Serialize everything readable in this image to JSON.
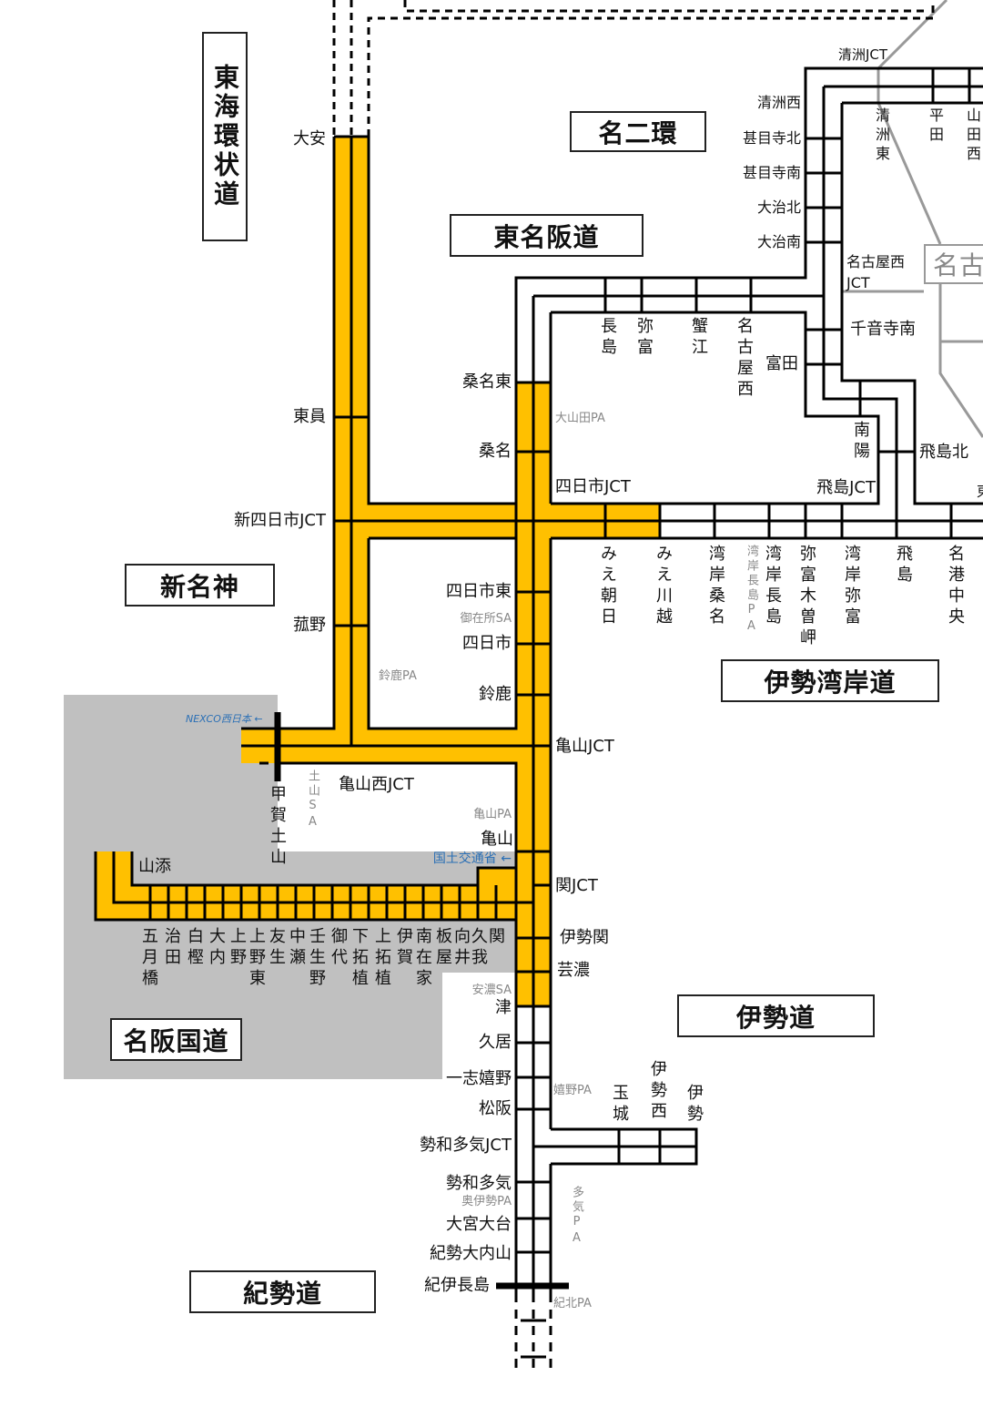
{
  "routes": {
    "tokai_kanjo": "東海環状道",
    "nijikan": "名二環",
    "tomeihan": "東名阪道",
    "shinmeishin": "新名神",
    "isewangan": "伊勢湾岸道",
    "ise": "伊勢道",
    "meihan": "名阪国道",
    "kisei": "紀勢道",
    "nagoya_partial": "名古"
  },
  "tokai_kanjo_ics": [
    "大安",
    "東員",
    "新四日市JCT",
    "菰野"
  ],
  "main_left": {
    "kuwana_higashi": "桑名東",
    "kuwana": "桑名",
    "yokkaichi_higashi": "四日市東",
    "gozaisho_sa": "御在所SA",
    "yokkaichi": "四日市",
    "suzuka": "鈴鹿",
    "kameyama_pa": "亀山PA",
    "kameyama": "亀山",
    "mlit": "国土交通省 ←",
    "ano_sa": "安濃SA",
    "tsu": "津",
    "hisai": "久居",
    "ichishi_ureshino": "一志嬉野",
    "matsusaka": "松阪",
    "seiwataki_jct": "勢和多気JCT",
    "seiwataki": "勢和多気",
    "okuise_pa": "奥伊勢PA",
    "omiya_odai": "大宮大台",
    "kisei_ouchiyama": "紀勢大内山",
    "kii_nagashima": "紀伊長島"
  },
  "main_right": {
    "oyamada_pa": "大山田PA",
    "yokkaichi_jct": "四日市JCT",
    "kameyama_jct": "亀山JCT",
    "seki_jct": "関JCT",
    "ise_seki": "伊勢関",
    "geino": "芸濃",
    "ureshino_pa": "嬉野PA",
    "taki_pa": "多気PA",
    "kihoku_pa": "紀北PA"
  },
  "shinmeishin_labels": {
    "suzuka_pa": "鈴鹿PA",
    "kameyama_nishi_jct": "亀山西JCT",
    "tsuchiyama_sa": "土山SA",
    "koka_tsuchiyama": "甲賀土山",
    "nexco": "NEXCO西日本 ←"
  },
  "meihan_ics": [
    "山添",
    "五月橋",
    "治田",
    "白樫",
    "大内",
    "上野",
    "上野東",
    "友生",
    "中瀬",
    "壬生野",
    "御代",
    "下拓植",
    "上拓植",
    "伊賀",
    "南在家",
    "板屋",
    "向井",
    "久我",
    "関"
  ],
  "isewangan_ics": [
    "みえ朝日",
    "みえ川越",
    "湾岸桑名",
    "湾岸長島PA",
    "湾岸長島",
    "弥富木曽岬",
    "湾岸弥富",
    "飛島",
    "名港中央"
  ],
  "tomeihan_ics": [
    "長島",
    "弥富",
    "蟹江",
    "名古屋西",
    "富田"
  ],
  "nijikan_ics": {
    "kiyosu_jct": "清洲JCT",
    "kiyosu_nishi": "清洲西",
    "jimokuji_kita": "甚目寺北",
    "jimokuji_minami": "甚目寺南",
    "oharu_kita": "大治北",
    "oharu_minami": "大治南",
    "nagoya_nishi": "名古屋西",
    "jct": "JCT",
    "senonji_minami": "千音寺南",
    "nanyo": "南陽",
    "tobishima_kita": "飛島北",
    "tobishima_jct": "飛島JCT",
    "kiyosu_higashi": "清洲東",
    "hirata": "平田",
    "yamada_nishi": "山田西",
    "higashi_partial": "東"
  },
  "ise_ics": [
    "玉城",
    "伊勢西",
    "伊勢"
  ],
  "colors": {
    "toll_yellow": "#FFC000",
    "grey_area": "#C0C0C0",
    "expressway_grey": "#999999",
    "agency_blue": "#2A6FB5"
  }
}
